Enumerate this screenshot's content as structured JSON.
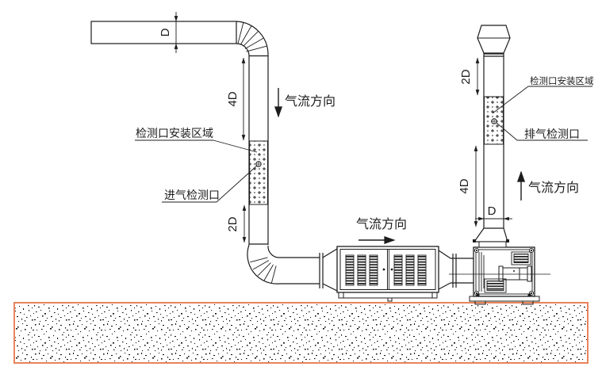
{
  "labels": {
    "flow_direction_down": "气流方向",
    "flow_direction_mid": "气流方向",
    "flow_direction_up": "气流方向",
    "port_install_area_left": "检测口安装区域",
    "intake_port": "进气检测口",
    "port_install_area_right": "检测口安装区域",
    "exhaust_port": "排气检测口"
  },
  "dimensions": {
    "duct_diameter_top": "D",
    "four_d_left": "4D",
    "two_d_left": "2D",
    "two_d_right": "2D",
    "four_d_right": "4D",
    "duct_diameter_right": "D"
  },
  "colors": {
    "line": "#1c1c1c",
    "ground_border": "#e8845b",
    "background": "#ffffff"
  }
}
